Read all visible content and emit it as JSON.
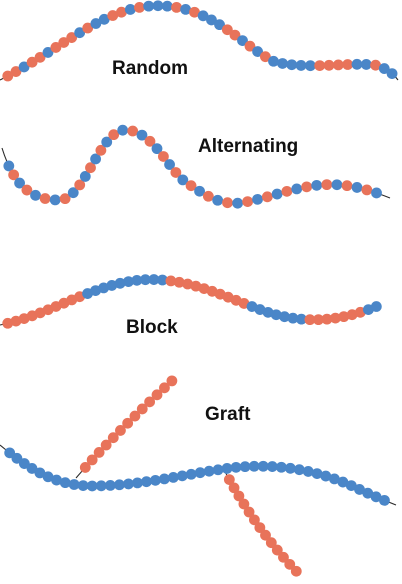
{
  "colors": {
    "red": "#e8735a",
    "blue": "#4a86c8",
    "backbone": "#2b2b2b"
  },
  "chains": [
    {
      "id": "random",
      "label": "Random",
      "sequence": "RRBRRBRRRBRBBRRBRBBBRBRBBBRRBRBRBBBBBRRRRBBRBB"
    },
    {
      "id": "alternating",
      "label": "Alternating",
      "sequence": "BRBRBRBRBRBRBRBRBRBRBRBRBRBRBRBRBRBRBRBRBRBRB"
    },
    {
      "id": "block",
      "label": "Block",
      "sequence": "RRRRRRRRRRBBBBBBBBBBRRRRRRRRRRBBBBBBBRRRRRRRBB"
    },
    {
      "id": "graft",
      "label": "Graft",
      "sequence": "BBBBBBBBBBBBBBBBBBBBBBBBBBBBBBBBBBBBBBBBBBBB",
      "branches": [
        {
          "sequence": "RRRRRRRRRRRRR"
        },
        {
          "sequence": "RRRRRRRRRRRRR"
        }
      ]
    }
  ]
}
